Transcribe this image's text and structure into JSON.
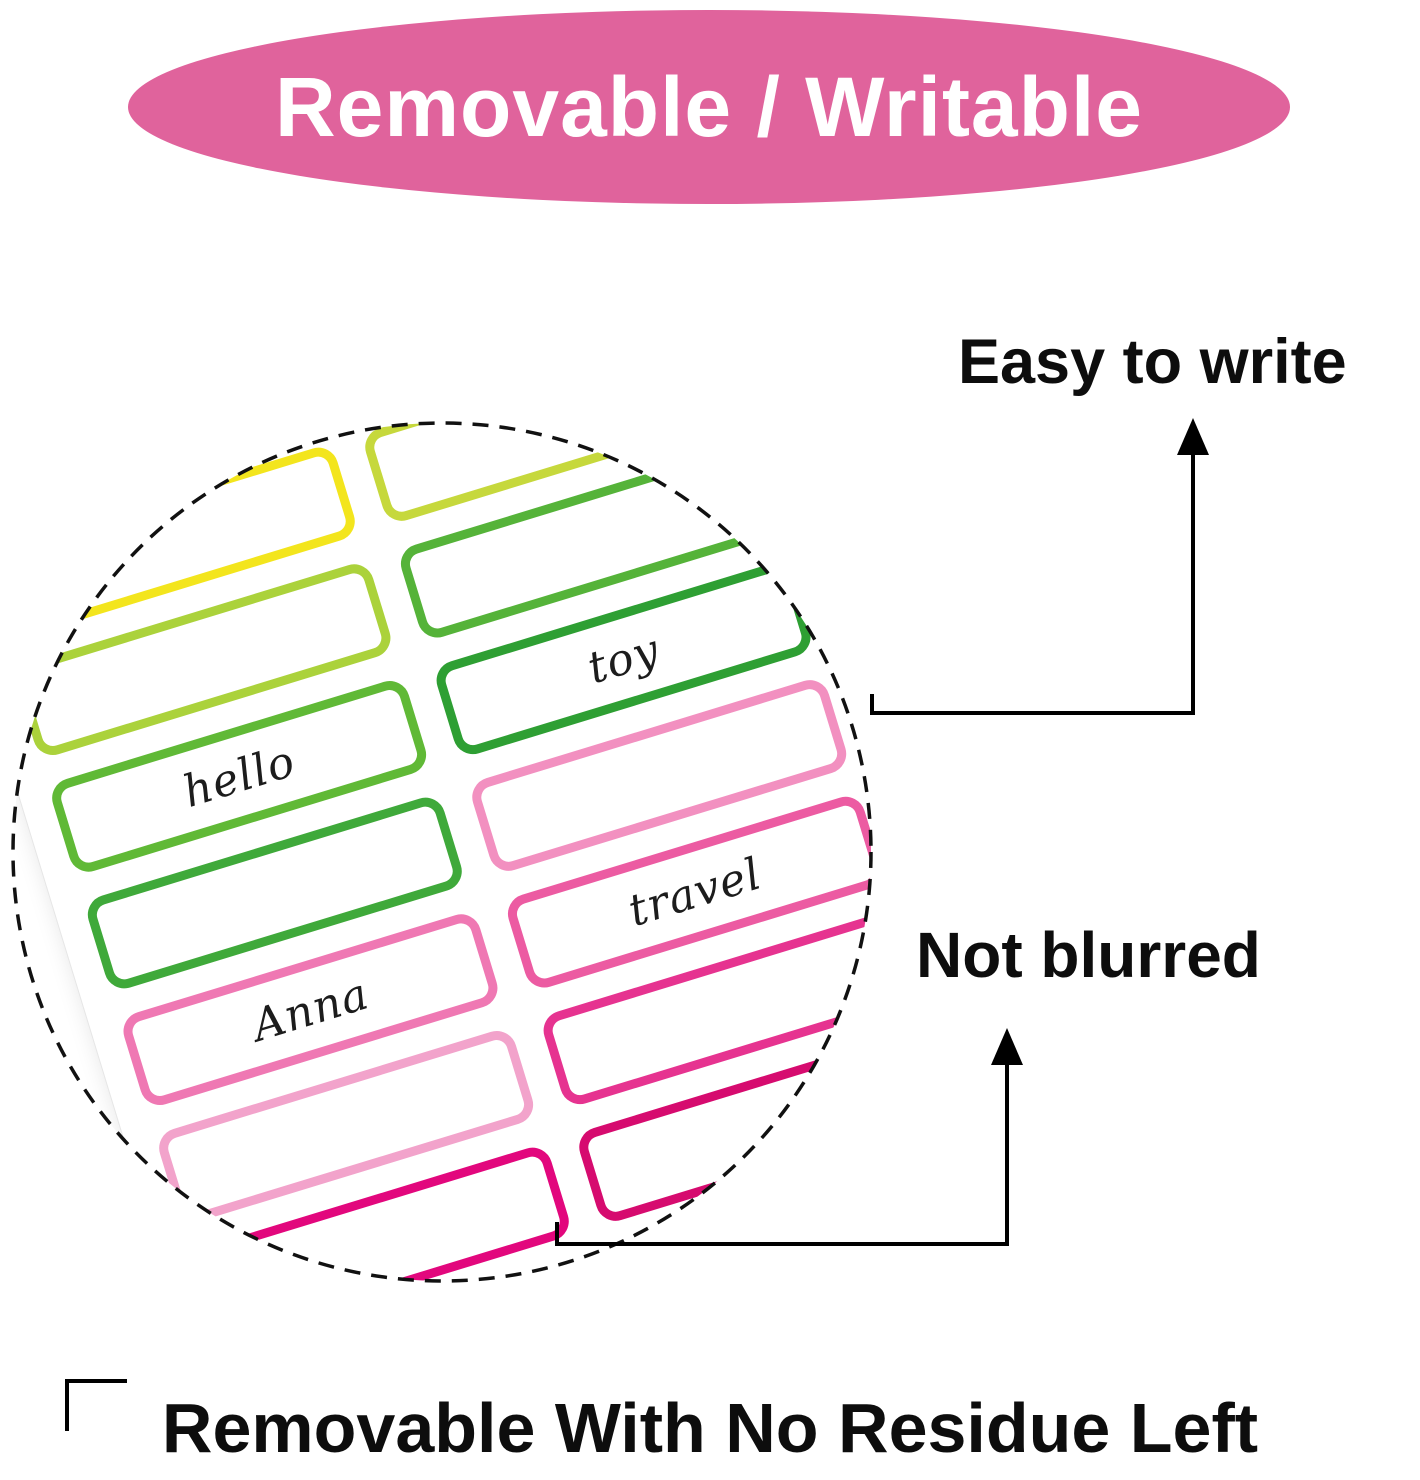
{
  "banner": {
    "label": "Removable / Writable",
    "bg_color": "#e0639c",
    "text_color": "#ffffff"
  },
  "annotations": {
    "easy_to_write": "Easy to write",
    "not_blurred": "Not blurred",
    "bottom_claim": "Removable With No Residue Left",
    "text_color": "#0d0d0d",
    "arrow_color": "#000000"
  },
  "magnifier": {
    "ring_style": "dashed",
    "ring_color": "#111111",
    "stickers": [
      {
        "text": "",
        "color": "#f3e51d"
      },
      {
        "text": "",
        "color": "#c6d83c"
      },
      {
        "text": "",
        "color": "#abd23b"
      },
      {
        "text": "",
        "color": "#55b339"
      },
      {
        "text": "hello",
        "color": "#60b936"
      },
      {
        "text": "toy",
        "color": "#2e9f33"
      },
      {
        "text": "",
        "color": "#3fa93a"
      },
      {
        "text": "",
        "color": "#f290c0"
      },
      {
        "text": "Anna",
        "color": "#ef78b3"
      },
      {
        "text": "travel",
        "color": "#ec5ba2"
      },
      {
        "text": "",
        "color": "#f2a3cb"
      },
      {
        "text": "",
        "color": "#e63390"
      },
      {
        "text": "",
        "color": "#e2077d"
      },
      {
        "text": "",
        "color": "#d60b6f"
      }
    ]
  }
}
